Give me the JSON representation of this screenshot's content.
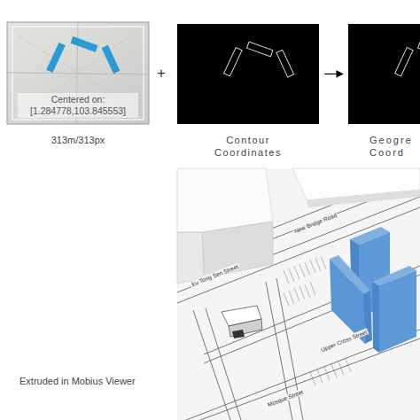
{
  "diagram": {
    "nodes": [
      {
        "text": [
          "Centered on: [1.284778,103.845553]",
          "313m/313px"
        ]
      },
      {
        "text": [
          "Contour Coordinates"
        ]
      },
      {
        "text": [
          "Geogre Coord"
        ]
      }
    ],
    "edges": [
      {
        "from": 1,
        "to": 2,
        "arrow": "to"
      }
    ],
    "labels": [
      "+",
      "Extruded in Mobius Viewer",
      "Eu Tong Sen Street",
      "New Bridge Road",
      "Upper Cross Street",
      "Mosque Street"
    ]
  }
}
